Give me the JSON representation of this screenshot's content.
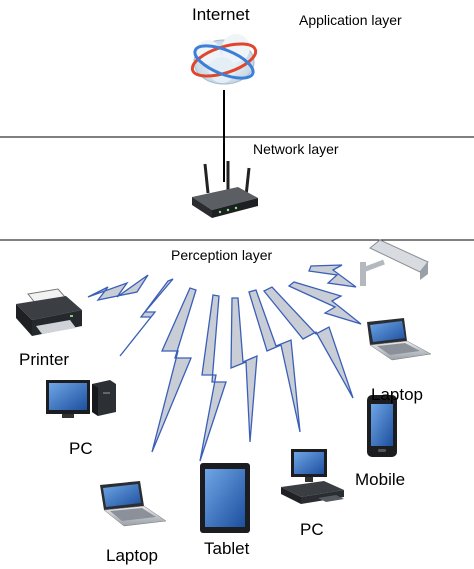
{
  "layers": {
    "application": "Application layer",
    "network": "Network layer",
    "perception": "Perception layer"
  },
  "nodes": {
    "internet": "Internet",
    "printer": "Printer",
    "pc_left": "PC",
    "laptop_left": "Laptop",
    "tablet": "Tablet",
    "pc_bottom": "PC",
    "mobile": "Mobile",
    "laptop_right": "Laptop"
  },
  "colors": {
    "bolt_fill": "#c9ced6",
    "bolt_stroke": "#3b5fb8",
    "divider": "#000000"
  },
  "icons": [
    "cloud-icon",
    "router-icon",
    "printer-icon",
    "pc-icon",
    "laptop-icon",
    "tablet-icon",
    "mobile-icon",
    "security-camera-icon"
  ]
}
